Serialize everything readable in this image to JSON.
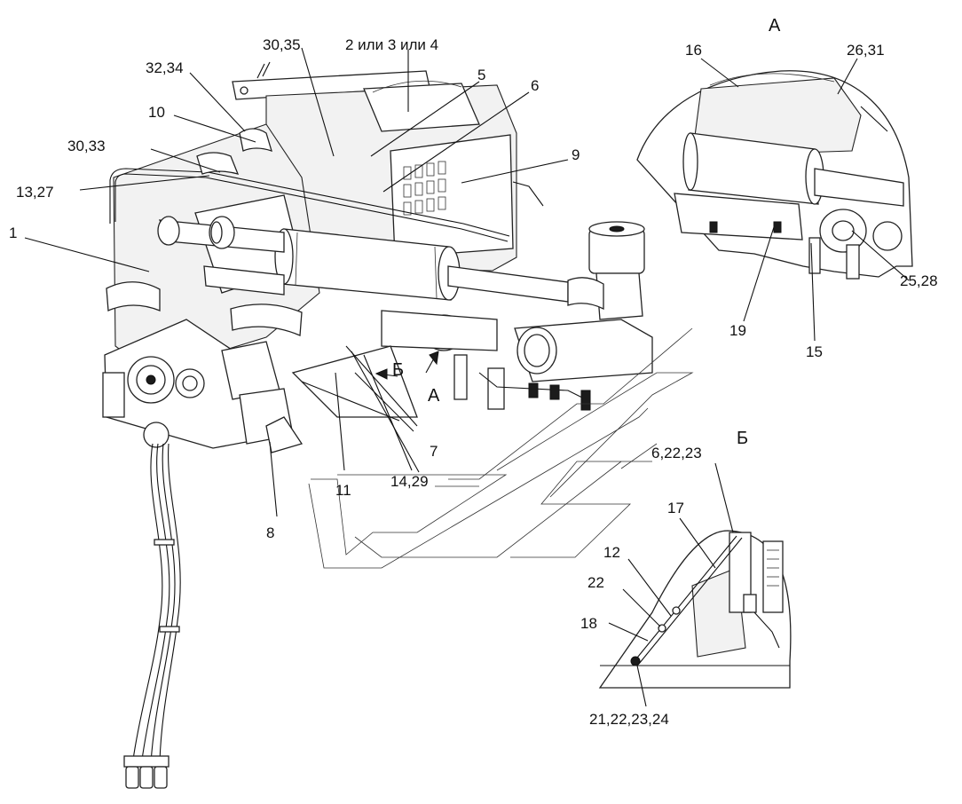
{
  "callouts": {
    "c_32_34": "32,34",
    "c_30_35": "30,35",
    "c_2_3_4": "2 или 3 или 4",
    "c_5": "5",
    "c_6": "6",
    "c_10": "10",
    "c_30_33": "30,33",
    "c_13_27": "13,27",
    "c_9": "9",
    "c_1": "1",
    "c_7": "7",
    "c_14_29": "14,29",
    "c_11": "11",
    "c_8": "8",
    "c_16": "16",
    "c_26_31": "26,31",
    "c_25_28": "25,28",
    "c_19": "19",
    "c_15": "15",
    "c_6_22_23": "6,22,23",
    "c_17": "17",
    "c_12": "12",
    "c_22": "22",
    "c_18": "18",
    "c_21_22_23_24": "21,22,23,24"
  },
  "views": {
    "view_a_title": "А",
    "view_b_title": "Б",
    "arrow_a": "А",
    "arrow_b": "Б"
  }
}
